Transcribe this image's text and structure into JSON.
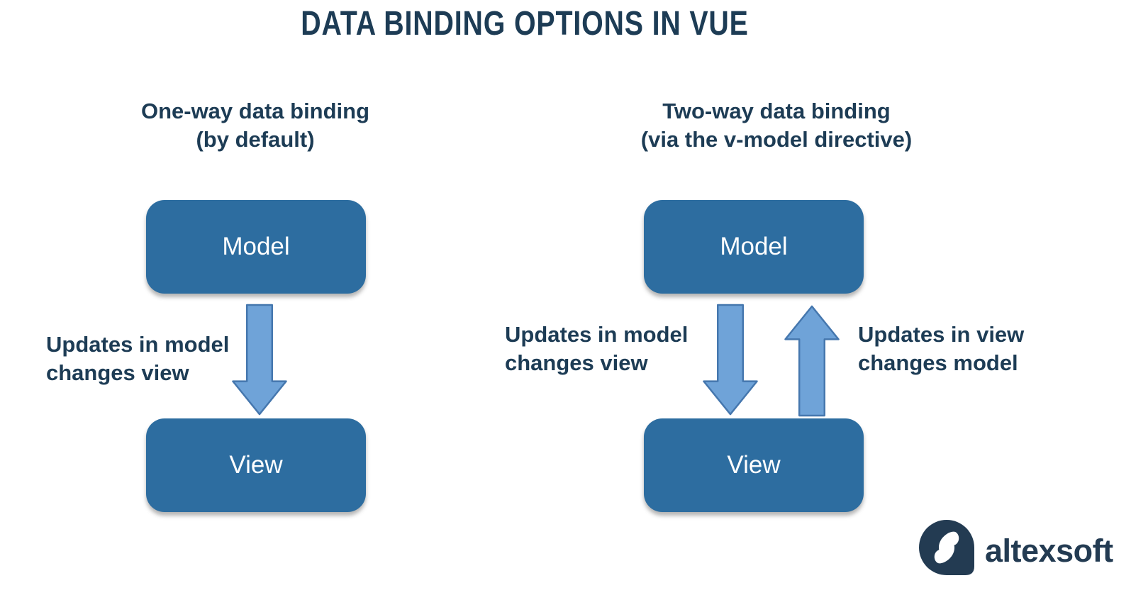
{
  "title": "DATA BINDING OPTIONS IN VUE",
  "colors": {
    "navy": "#1d3c55",
    "box_blue": "#2d6da0",
    "arrow_fill": "#6fa3d8",
    "arrow_stroke": "#4577ae",
    "logo_navy": "#233b52"
  },
  "sections": [
    {
      "id": "one-way",
      "heading_line1": "One-way data binding",
      "heading_line2": "(by default)",
      "model_label": "Model",
      "view_label": "View",
      "arrows": [
        "down"
      ],
      "labels": [
        {
          "line1": "Updates in model",
          "line2": "changes view"
        }
      ]
    },
    {
      "id": "two-way",
      "heading_line1": "Two-way data binding",
      "heading_line2": "(via the v-model directive)",
      "model_label": "Model",
      "view_label": "View",
      "arrows": [
        "down",
        "up"
      ],
      "labels": [
        {
          "line1": "Updates in model",
          "line2": "changes view"
        },
        {
          "line1": "Updates in view",
          "line2": "changes model"
        }
      ]
    }
  ],
  "logo": {
    "text": "altexsoft"
  }
}
